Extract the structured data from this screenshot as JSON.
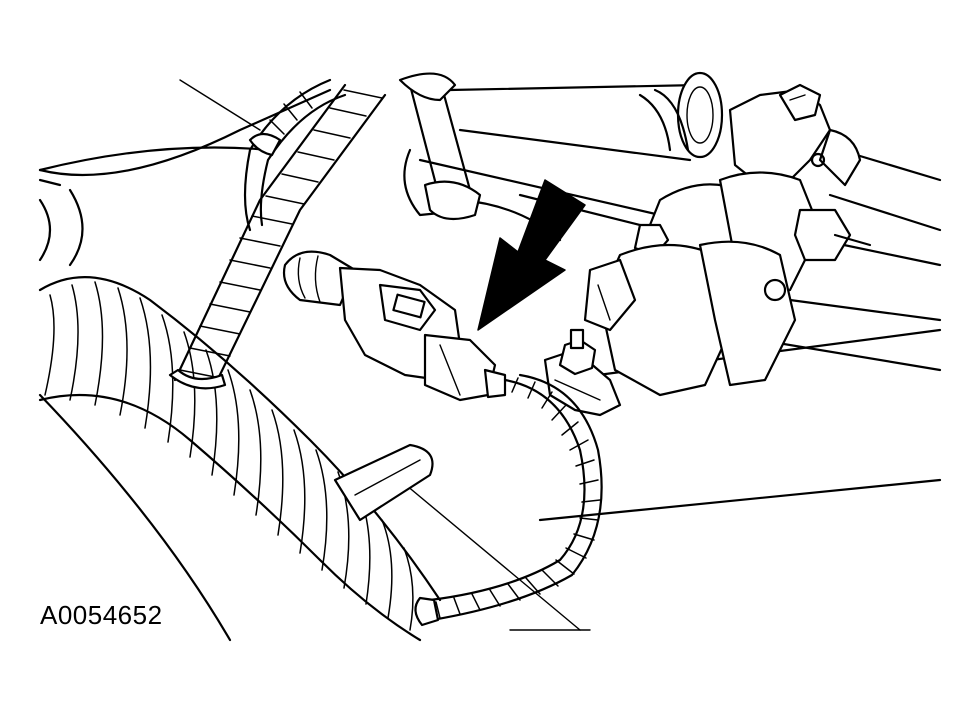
{
  "figure": {
    "id_label": "A0054652",
    "accent_color": "#000000",
    "background_color": "#ffffff"
  },
  "parts": [
    "corrugated-wiring-harness",
    "sensor-pigtail-wire",
    "electrical-connector",
    "bracket-with-nut",
    "fuel-rail-tubes",
    "tube-clamps",
    "indicator-arrow"
  ]
}
